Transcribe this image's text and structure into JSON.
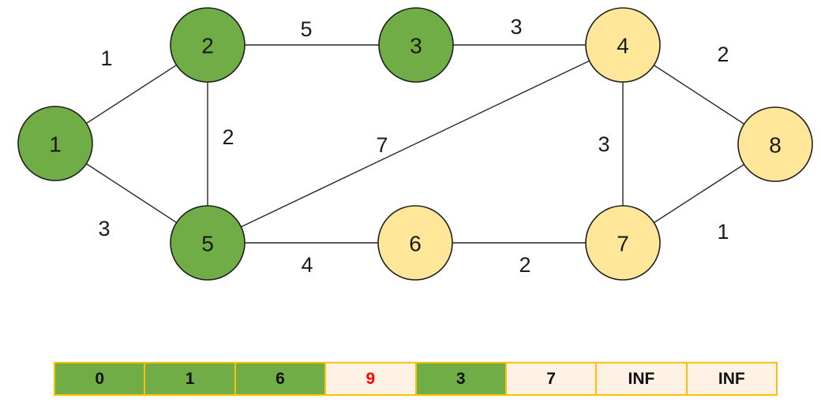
{
  "palette": {
    "visited_green": "#70AD47",
    "unvisited_yellow": "#FFE699",
    "array_border_gold": "#FFC000",
    "array_cream_bg": "#FDF2E3",
    "updated_value_red": "#FF0000",
    "stroke_black": "#262626"
  },
  "graph": {
    "nodes": [
      {
        "id": "1",
        "state": "visited-green"
      },
      {
        "id": "2",
        "state": "visited-green"
      },
      {
        "id": "3",
        "state": "visited-green"
      },
      {
        "id": "4",
        "state": "unvisited-yellow"
      },
      {
        "id": "5",
        "state": "visited-green"
      },
      {
        "id": "6",
        "state": "unvisited-yellow"
      },
      {
        "id": "7",
        "state": "unvisited-yellow"
      },
      {
        "id": "8",
        "state": "unvisited-yellow"
      }
    ],
    "edges": [
      {
        "from": "1",
        "to": "2",
        "weight": "1"
      },
      {
        "from": "2",
        "to": "3",
        "weight": "5"
      },
      {
        "from": "3",
        "to": "4",
        "weight": "3"
      },
      {
        "from": "4",
        "to": "8",
        "weight": "2"
      },
      {
        "from": "2",
        "to": "5",
        "weight": "2"
      },
      {
        "from": "5",
        "to": "4",
        "weight": "7"
      },
      {
        "from": "4",
        "to": "7",
        "weight": "3"
      },
      {
        "from": "1",
        "to": "5",
        "weight": "3"
      },
      {
        "from": "5",
        "to": "6",
        "weight": "4"
      },
      {
        "from": "6",
        "to": "7",
        "weight": "2"
      },
      {
        "from": "7",
        "to": "8",
        "weight": "1"
      }
    ]
  },
  "distance_array": {
    "cells": [
      {
        "value": "0",
        "highlight": "green",
        "text_color": "black"
      },
      {
        "value": "1",
        "highlight": "green",
        "text_color": "black"
      },
      {
        "value": "6",
        "highlight": "green",
        "text_color": "black"
      },
      {
        "value": "9",
        "highlight": "cream",
        "text_color": "red"
      },
      {
        "value": "3",
        "highlight": "green",
        "text_color": "black"
      },
      {
        "value": "7",
        "highlight": "cream",
        "text_color": "black"
      },
      {
        "value": "INF",
        "highlight": "cream",
        "text_color": "black"
      },
      {
        "value": "INF",
        "highlight": "cream",
        "text_color": "black"
      }
    ]
  }
}
